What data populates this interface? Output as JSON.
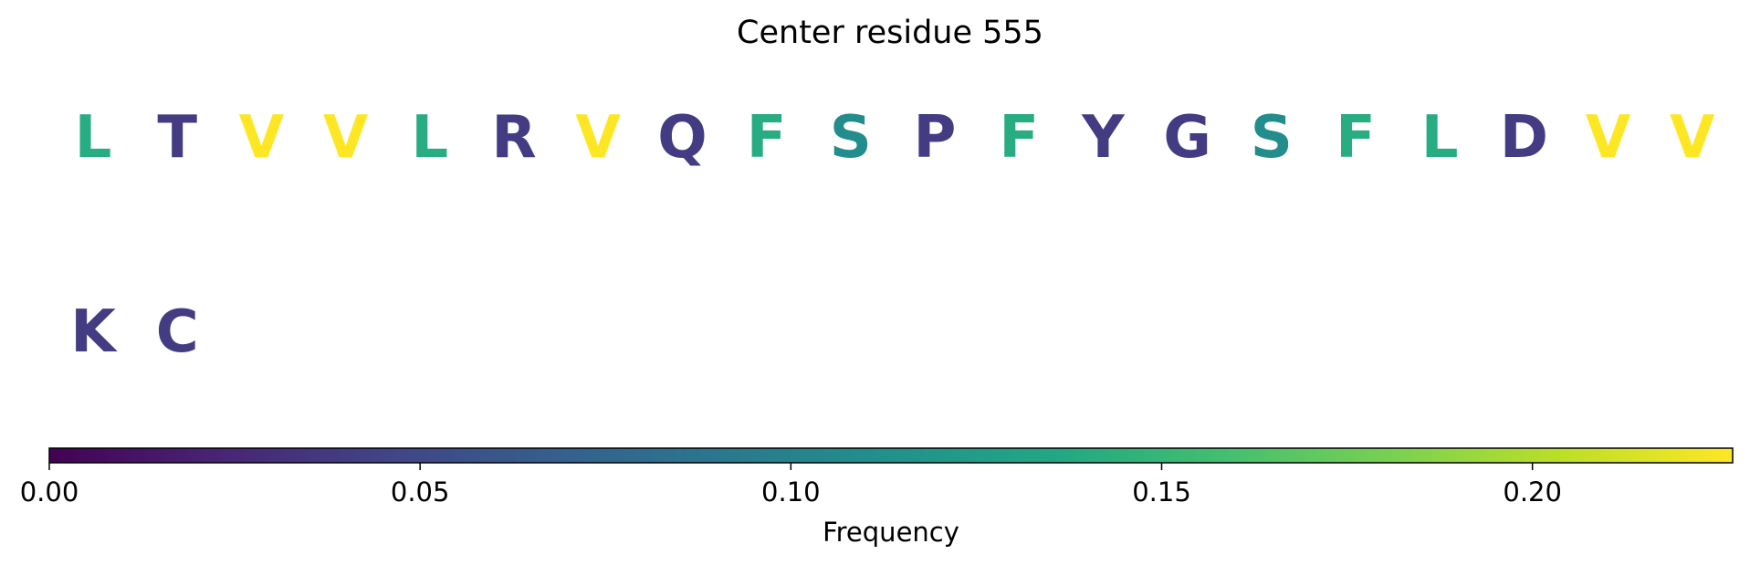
{
  "chart_data": {
    "type": "heatmap",
    "title": "Center residue 555",
    "rows": [
      {
        "residues": [
          "L",
          "T",
          "V",
          "V",
          "L",
          "R",
          "V",
          "Q",
          "F",
          "S",
          "P",
          "F",
          "Y",
          "G",
          "S",
          "F",
          "L",
          "D",
          "V",
          "V"
        ],
        "frequencies": [
          0.14,
          0.04,
          0.23,
          0.23,
          0.14,
          0.04,
          0.23,
          0.04,
          0.14,
          0.11,
          0.04,
          0.14,
          0.04,
          0.04,
          0.11,
          0.14,
          0.14,
          0.04,
          0.23,
          0.23
        ]
      },
      {
        "residues": [
          "K",
          "C"
        ],
        "frequencies": [
          0.04,
          0.04
        ]
      }
    ],
    "colorbar": {
      "label": "Frequency",
      "range": [
        0.0,
        0.227
      ],
      "ticks": [
        0.0,
        0.05,
        0.1,
        0.15,
        0.2
      ],
      "tick_labels": [
        "0.00",
        "0.05",
        "0.10",
        "0.15",
        "0.20"
      ],
      "colormap": "viridis",
      "orientation": "horizontal",
      "placement": "bottom"
    }
  }
}
